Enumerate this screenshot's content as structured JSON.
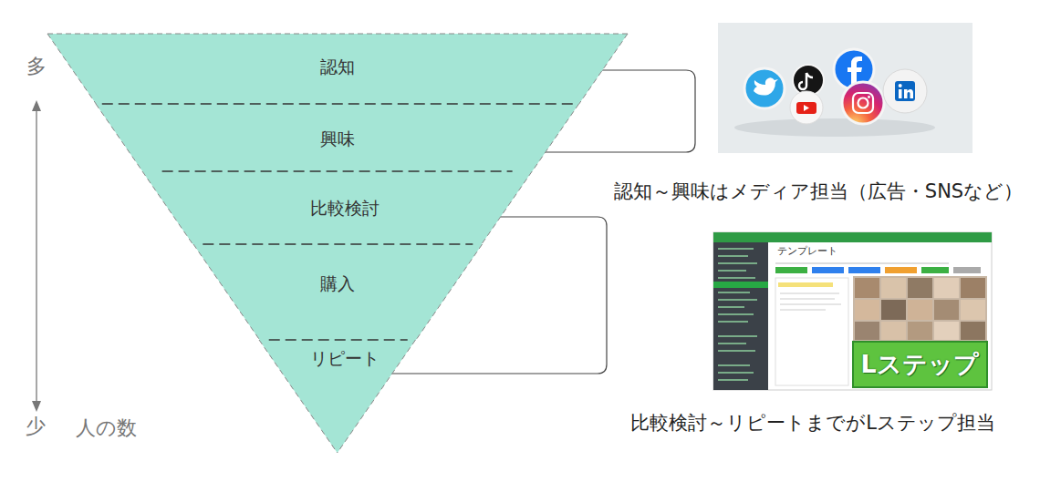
{
  "diagram": {
    "nodes": [
      {
        "text": [
          "認知"
        ]
      },
      {
        "text": [
          "興味"
        ]
      },
      {
        "text": [
          "比較検討"
        ]
      },
      {
        "text": [
          "購入"
        ]
      },
      {
        "text": [
          "リピート"
        ]
      }
    ],
    "labels": [
      "多",
      "少",
      "人の数",
      "認知～興味はメディア担当（広告・SNSなど）",
      "テンプレート",
      "Lステップ",
      "比較検討～リピートまでがLステップ担当"
    ]
  }
}
